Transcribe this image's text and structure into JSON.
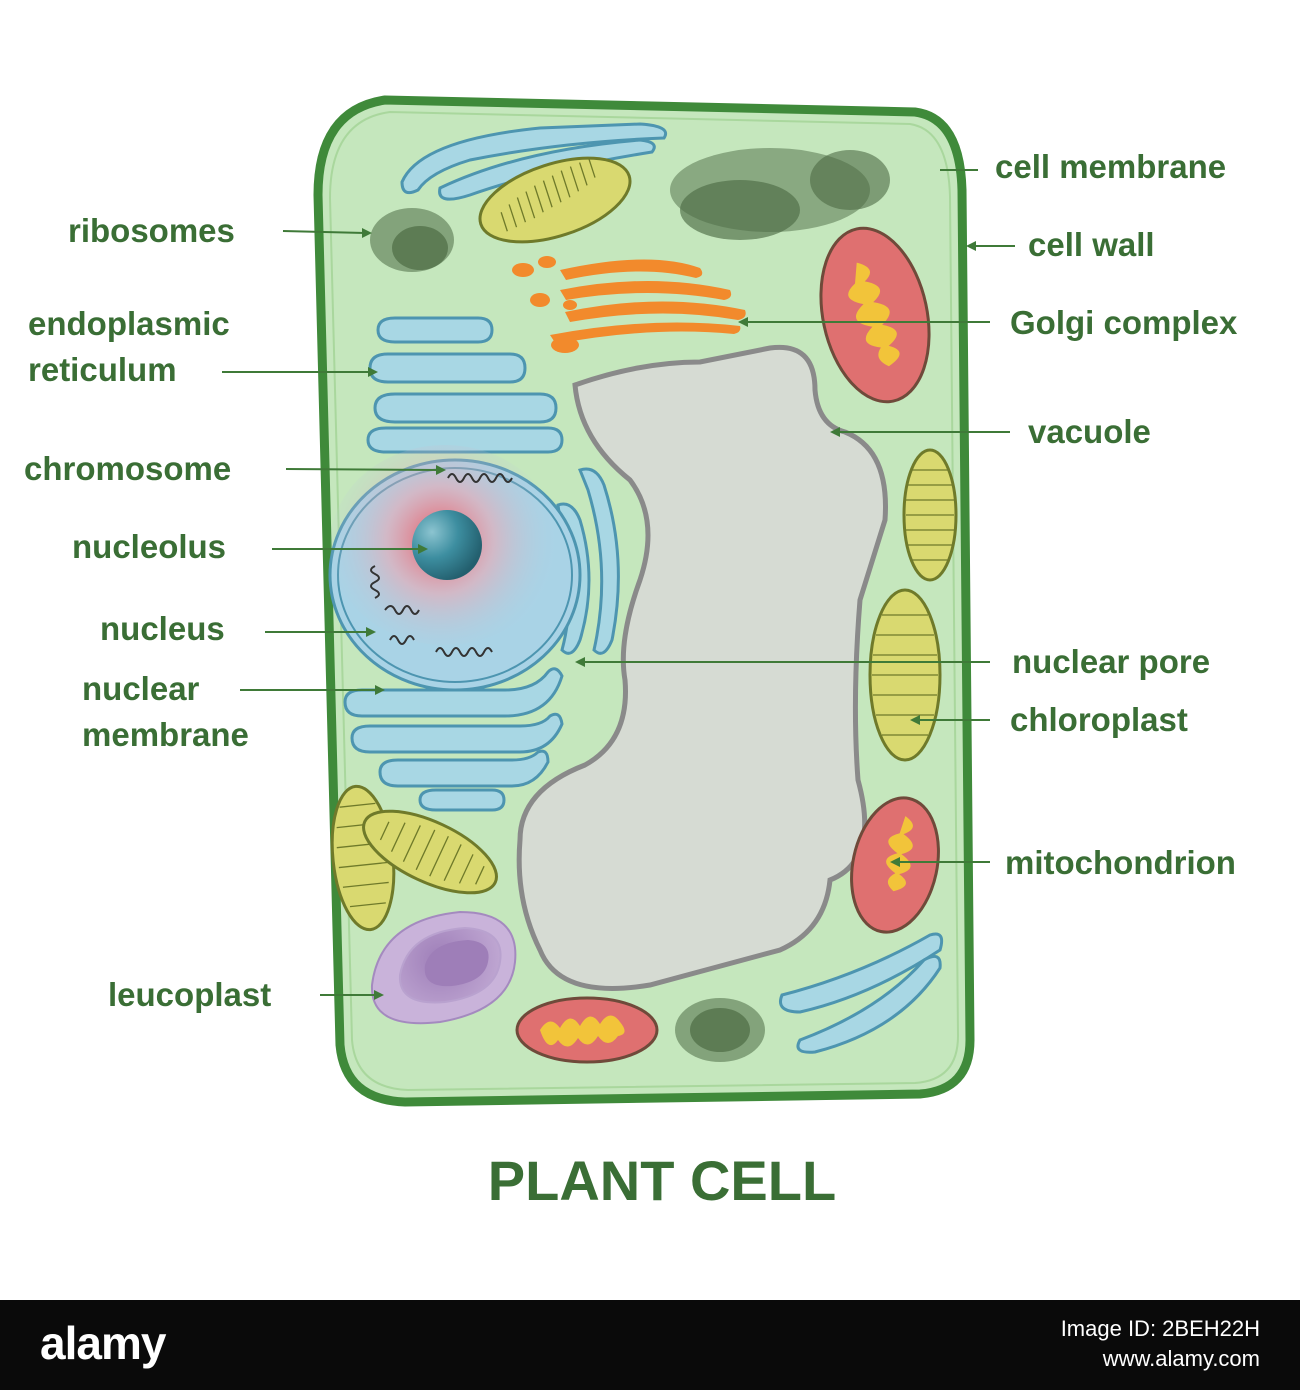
{
  "title": "PLANT CELL",
  "labels": {
    "ribosomes": "ribosomes",
    "endoplasmic_1": "endoplasmic",
    "endoplasmic_2": "reticulum",
    "chromosome": "chromosome",
    "nucleolus": "nucleolus",
    "nucleus": "nucleus",
    "nuclear_membrane_1": "nuclear",
    "nuclear_membrane_2": "membrane",
    "leucoplast": "leucoplast",
    "cell_membrane": "cell membrane",
    "cell_wall": "cell wall",
    "golgi": "Golgi complex",
    "vacuole": "vacuole",
    "nuclear_pore": "nuclear pore",
    "chloroplast": "chloroplast",
    "mitochondrion": "mitochondrion"
  },
  "colors": {
    "label_text": "#3a6e35",
    "cell_wall": "#3f8a3a",
    "cytoplasm": "#c5e7bd",
    "vacuole": "#d6dbd3",
    "endoplasmic_reticulum": "#a8d7e4",
    "golgi": "#f28a2c",
    "chloroplast": "#d9d970",
    "mitochondrion": "#df7070",
    "leucoplast": "#b69acb"
  },
  "footer": {
    "brand": "alamy",
    "image_id": "Image ID: 2BEH22H",
    "url": "www.alamy.com"
  }
}
